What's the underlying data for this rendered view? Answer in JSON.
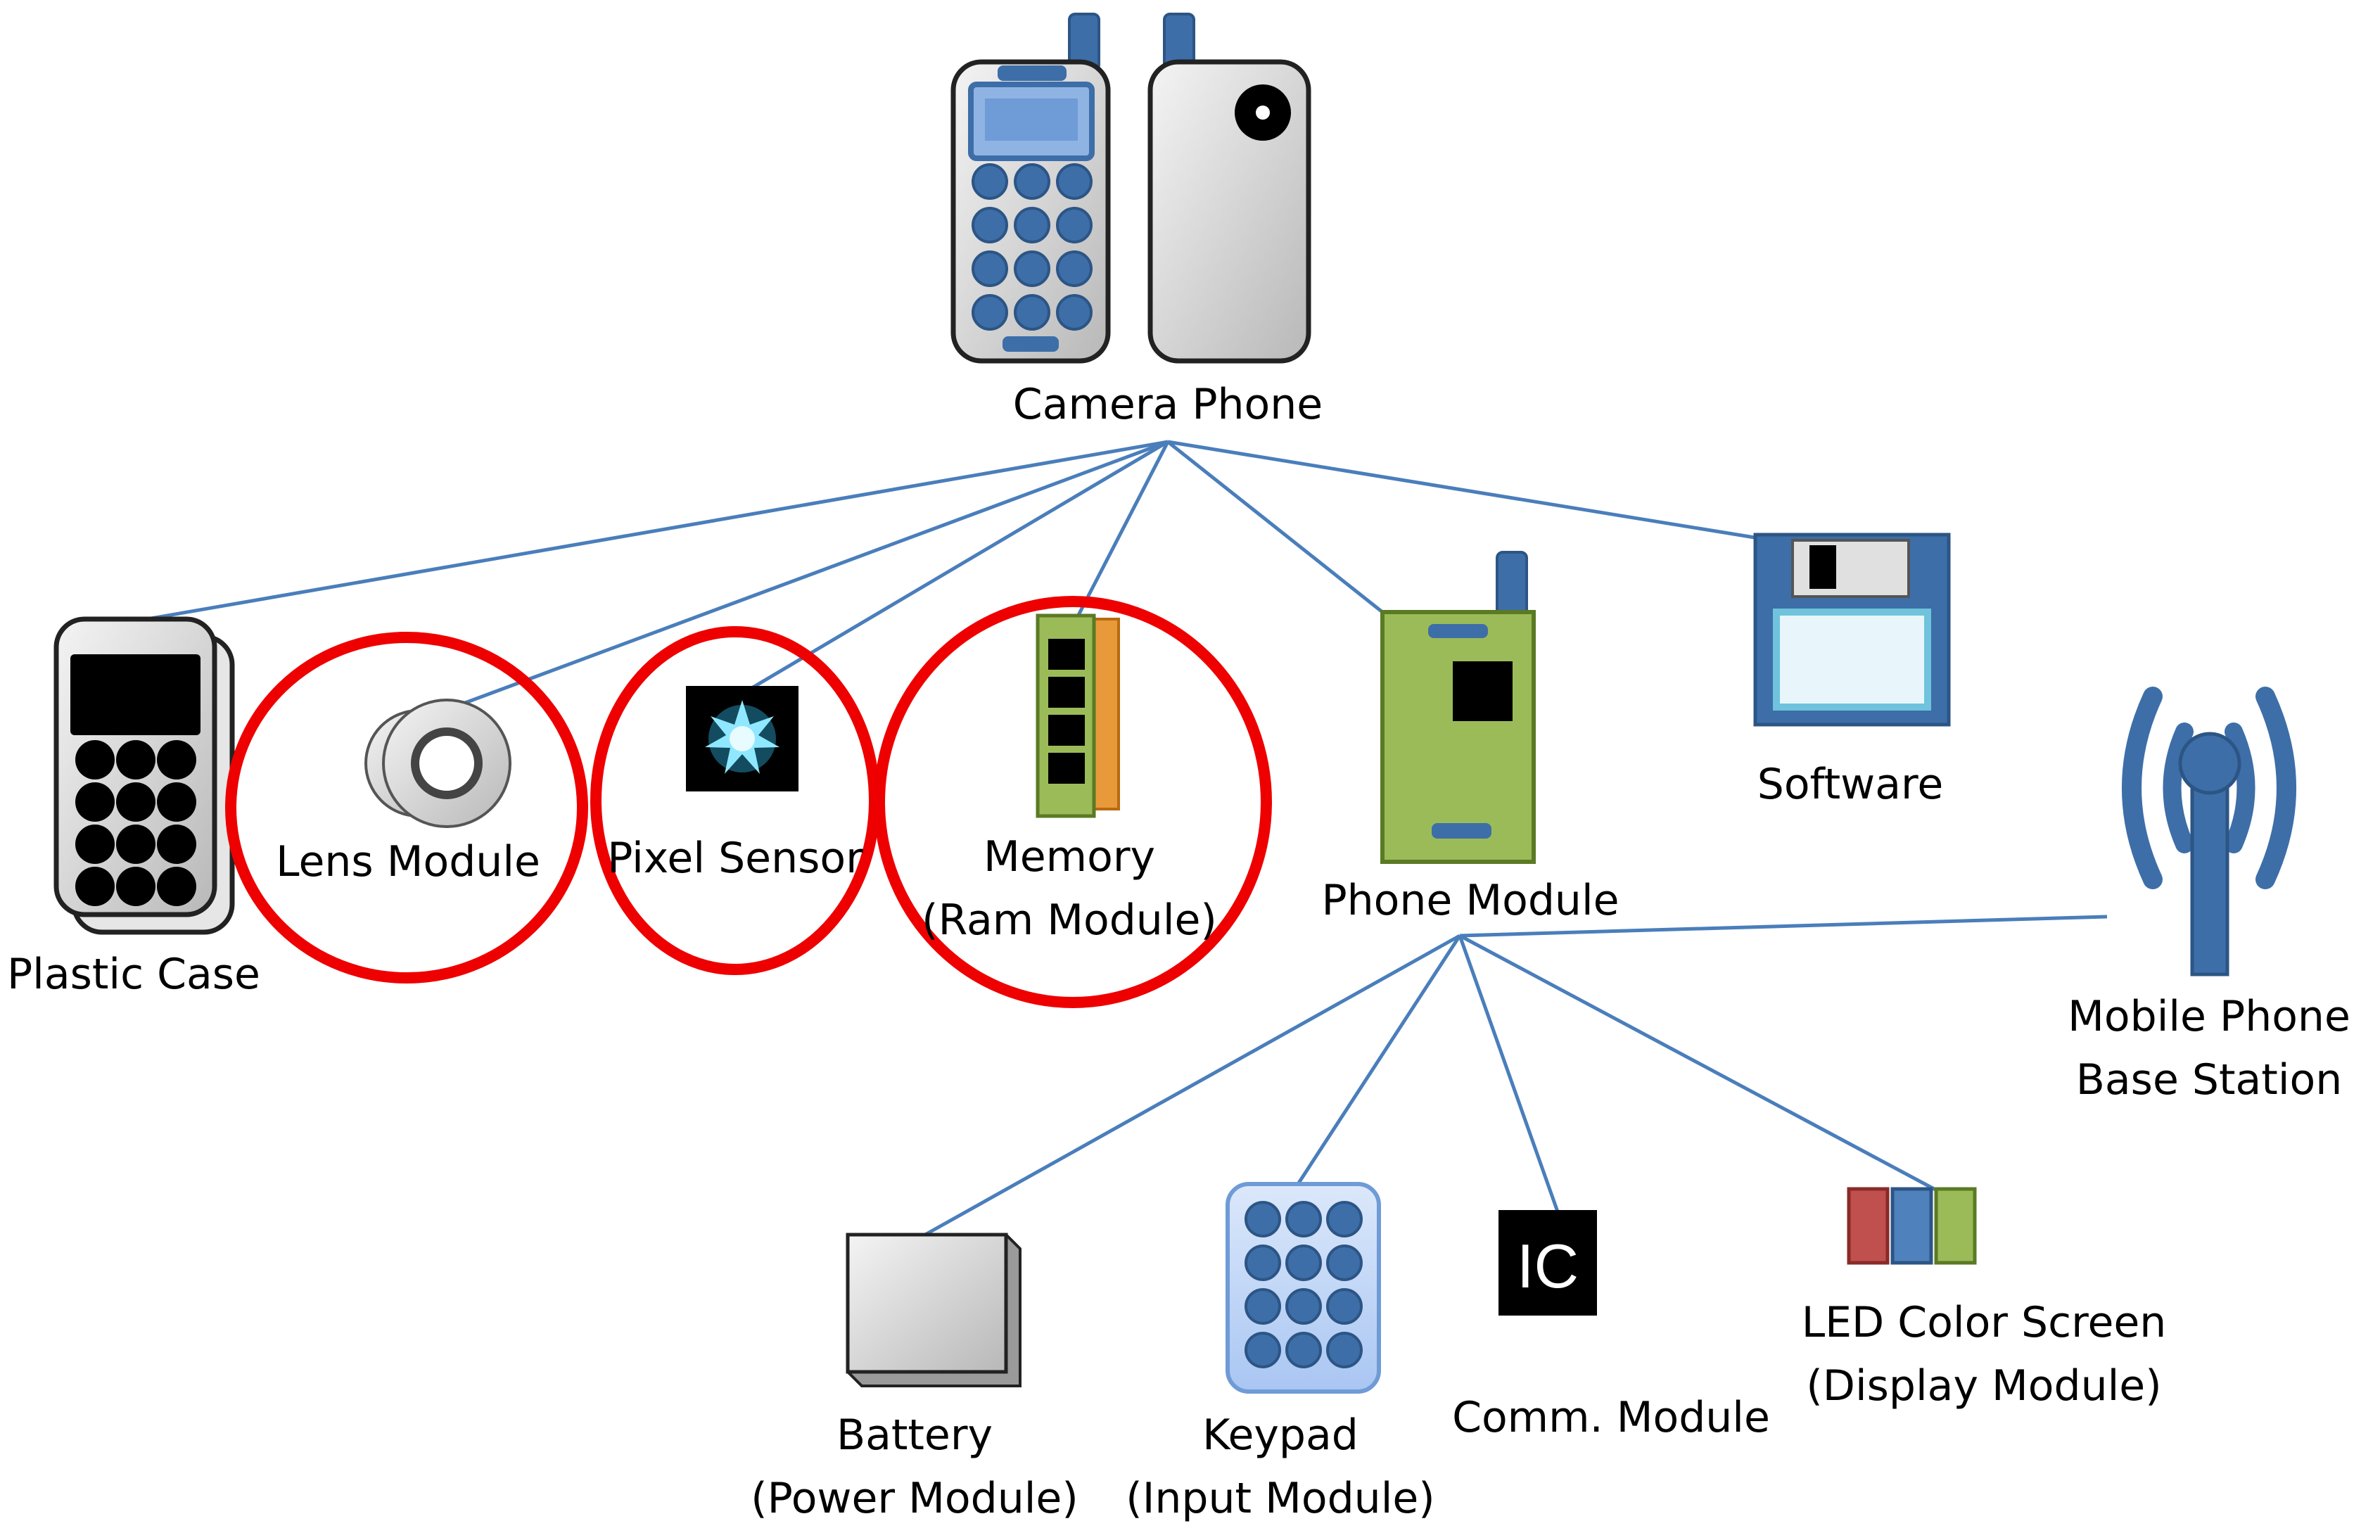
{
  "nodes": {
    "camera_phone": {
      "label": "Camera Phone"
    },
    "plastic_case": {
      "label": "Plastic Case"
    },
    "lens_module": {
      "label": "Lens Module"
    },
    "pixel_sensor": {
      "label": "Pixel Sensor"
    },
    "memory": {
      "label_line1": "Memory",
      "label_line2": "(Ram Module)"
    },
    "phone_module": {
      "label": "Phone Module"
    },
    "software": {
      "label": "Software"
    },
    "base_station": {
      "label_line1": "Mobile Phone",
      "label_line2": "Base Station"
    },
    "battery": {
      "label_line1": "Battery",
      "label_line2": "(Power Module)"
    },
    "keypad": {
      "label_line1": "Keypad",
      "label_line2": "(Input Module)"
    },
    "comm_module": {
      "label": "Comm. Module",
      "chip_text": "IC"
    },
    "led_screen": {
      "label_line1": "LED Color Screen",
      "label_line2": "(Display Module)"
    }
  },
  "colors": {
    "connector": "#4a7ebb",
    "highlight_circle": "#ee0000",
    "icon_blue": "#3d6ea8",
    "icon_green": "#9bbb59",
    "case_grey": "#d4d4d4"
  }
}
